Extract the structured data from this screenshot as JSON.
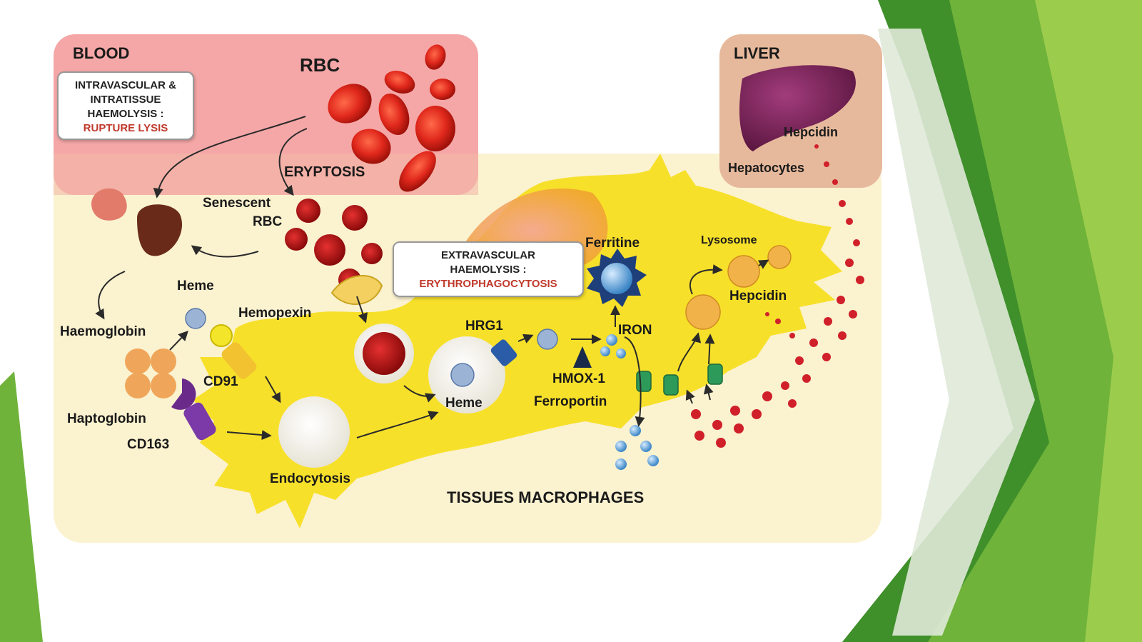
{
  "blood": {
    "title": "BLOOD",
    "rbc": "RBC",
    "box_lines": [
      "INTRAVASCULAR &",
      "INTRATISSUE",
      "HAEMOLYSIS :"
    ],
    "box_highlight": "RUPTURE LYSIS"
  },
  "liver": {
    "title": "LIVER",
    "hepcidin": "Hepcidin",
    "hepatocytes": "Hepatocytes"
  },
  "labels": {
    "eryptosis": "ERYPTOSIS",
    "senescent": "Senescent",
    "rbc2": "RBC",
    "heme_top": "Heme",
    "hemopexin": "Hemopexin",
    "haemoglobin": "Haemoglobin",
    "cd91": "CD91",
    "haptoglobin": "Haptoglobin",
    "cd163": "CD163",
    "endocytosis": "Endocytosis",
    "hrg1": "HRG1",
    "heme_mid": "Heme",
    "hmox1": "HMOX-1",
    "ferroportin": "Ferroportin",
    "ferritine": "Ferritine",
    "iron": "IRON",
    "lysosome": "Lysosome",
    "hepcidin_mid": "Hepcidin",
    "tissues_macrophages": "TISSUES MACROPHAGES"
  },
  "extravascular_box": {
    "lines": [
      "EXTRAVASCULAR",
      "HAEMOLYSIS :"
    ],
    "highlight": "ERYTHROPHAGOCYTOSIS"
  },
  "colors": {
    "blood_panel": "#f4a3a3",
    "liver_panel": "#e8b99a",
    "cream_panel": "#fbf2d0",
    "macrophage": "#f7e02a",
    "rbc": "#e0281c",
    "green_dark": "#2e7d1f",
    "green_light": "#8cc63f"
  }
}
